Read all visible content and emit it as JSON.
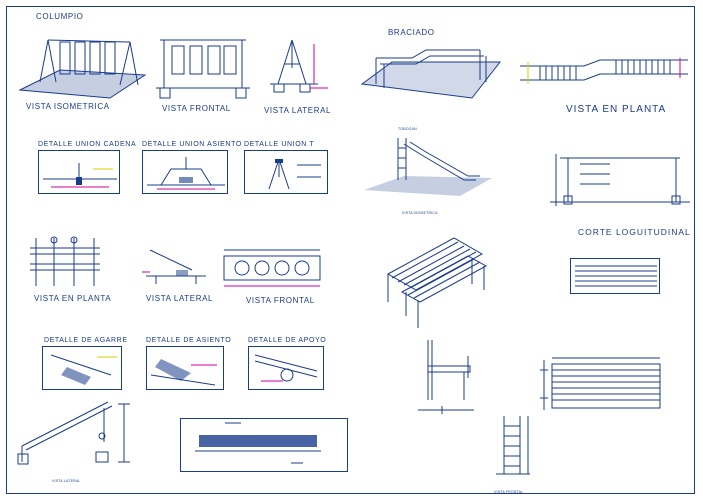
{
  "labels": {
    "columpio": "COLUMPIO",
    "vista_isometrica": "VISTA ISOMETRICA",
    "vista_frontal_1": "VISTA FRONTAL",
    "vista_lateral_1": "VISTA LATERAL",
    "braciado": "BRACIADO",
    "vista_en_planta_1": "VISTA EN PLANTA",
    "detalle_union_cadena": "DETALLE UNION CADENA",
    "detalle_union_asiento": "DETALLE UNION ASIENTO",
    "detalle_union_t": "DETALLE UNION T",
    "tobogan": "TOBOGAN",
    "vista_isometrica_small": "VISTA ISOMETRICA",
    "vista_en_planta_2": "VISTA EN PLANTA",
    "vista_lateral_2": "VISTA LATERAL",
    "vista_frontal_2": "VISTA FRONTAL",
    "corte_longitudinal": "CORTE LOGUITUDINAL",
    "detalle_agarre": "DETALLE DE AGARRE",
    "detalle_asiento": "DETALLE DE ASIENTO",
    "detalle_apoyo": "DETALLE DE APOYO",
    "vista_lateral_small": "VISTA LATERAL",
    "vista_frontal_small": "VISTA FRONTAL"
  },
  "colors": {
    "line": "#1a3c8c",
    "accent_magenta": "#d4009a",
    "accent_yellow": "#d8d000"
  }
}
